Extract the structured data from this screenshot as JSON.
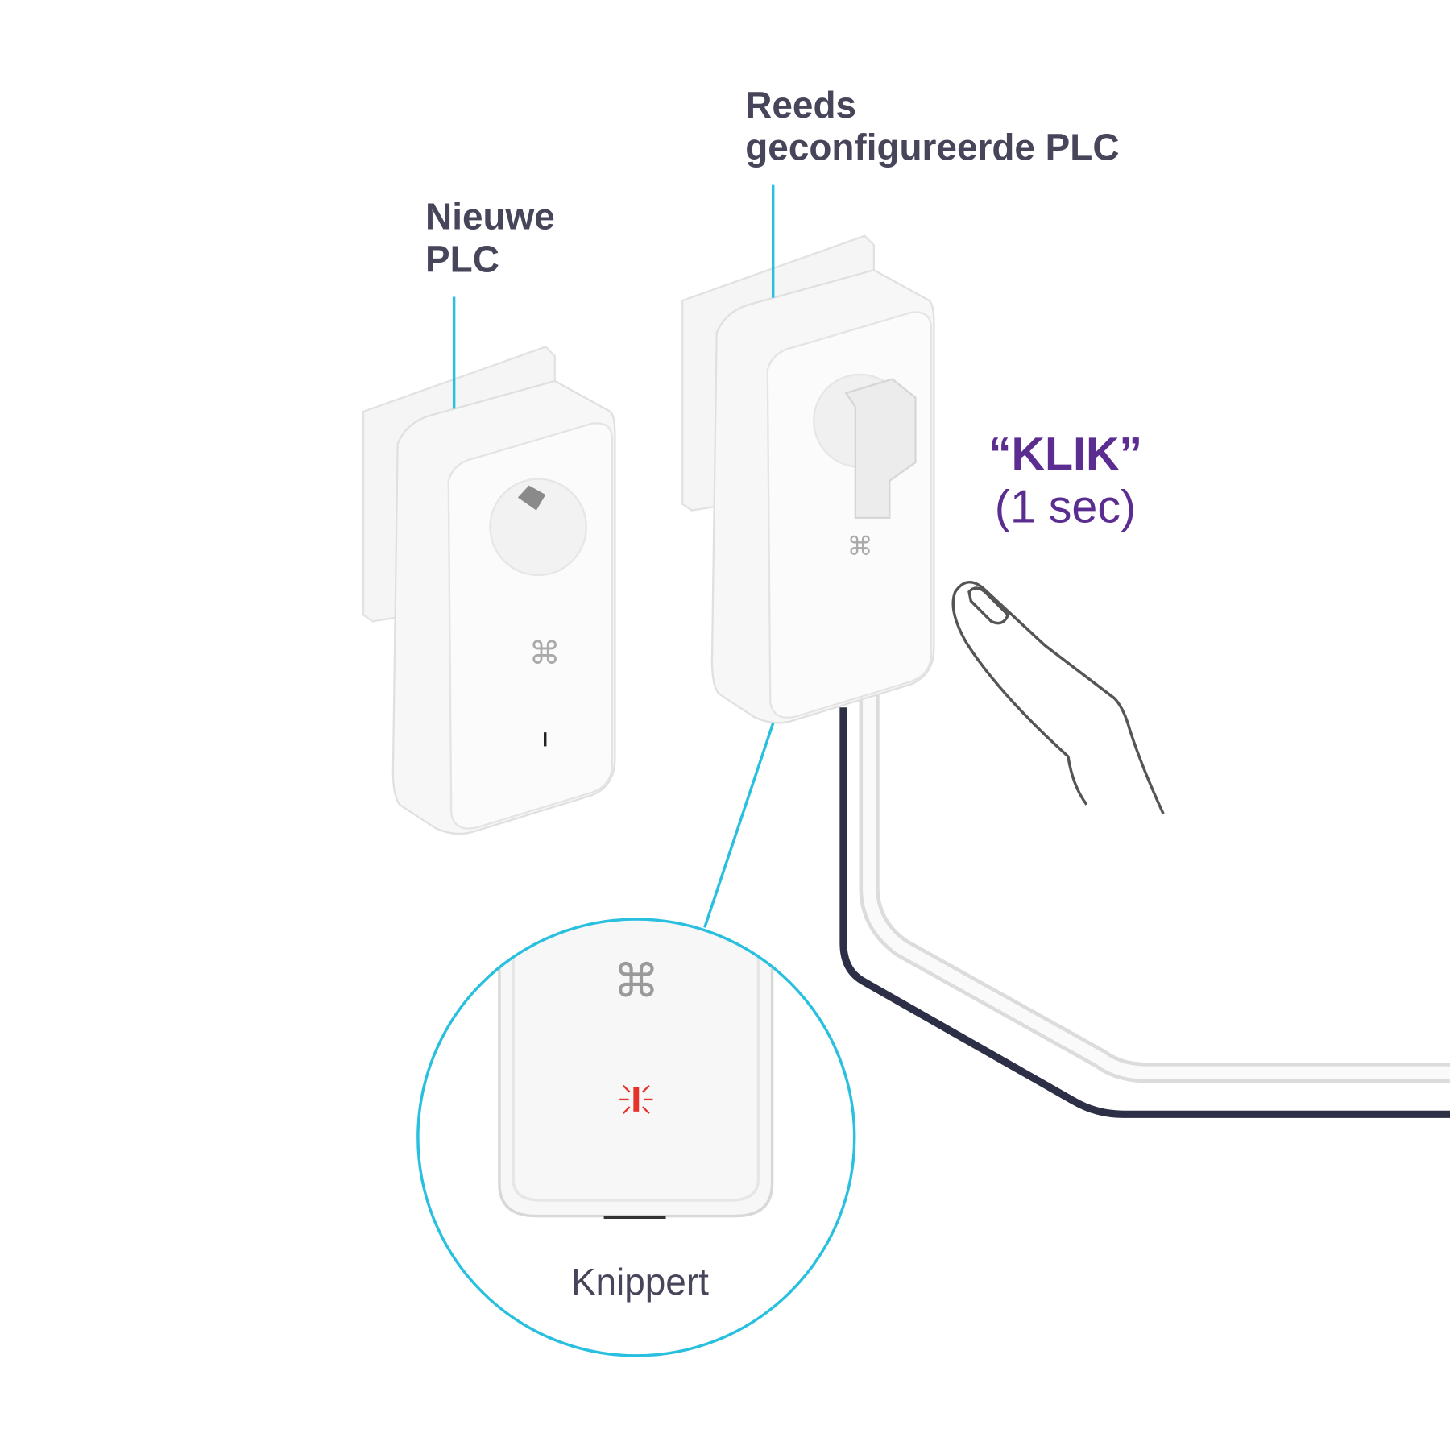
{
  "labels": {
    "new_plc": [
      "Nieuwe",
      "PLC"
    ],
    "configured_plc": [
      "Reeds",
      "geconfigureerde PLC"
    ],
    "klik": "“KLIK”",
    "duration": "(1 sec)",
    "blinking": "Knippert"
  },
  "colors": {
    "text": "#46455a",
    "accent": "#5b2d91",
    "callout": "#29c0e0",
    "led_blink": "#e5332a",
    "cable_dark": "#2c2f45"
  }
}
